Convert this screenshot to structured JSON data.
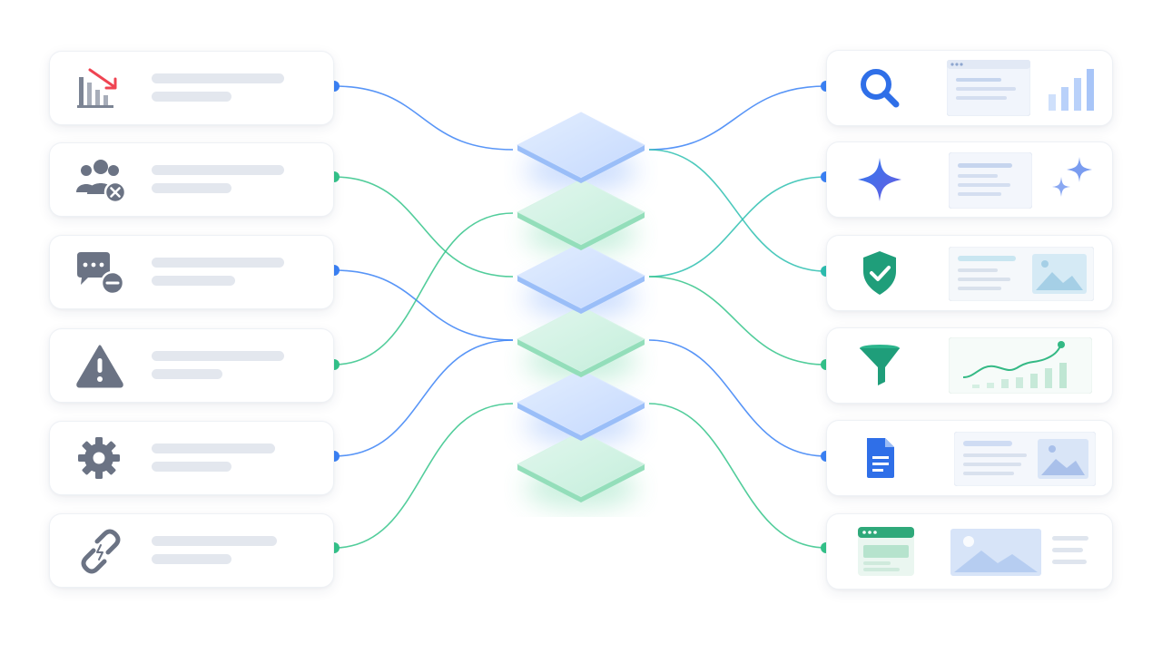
{
  "colors": {
    "blue": "#3b82f6",
    "green": "#34c48a",
    "teal": "#2dbfb0",
    "icon_gray": "#6b7384",
    "alert_red": "#ef4452",
    "placeholder": "#e3e7ee"
  },
  "left_sources": [
    {
      "icon": "declining-bar-chart-icon",
      "dot": "blue"
    },
    {
      "icon": "remove-users-icon",
      "dot": "green"
    },
    {
      "icon": "chat-remove-icon",
      "dot": "blue"
    },
    {
      "icon": "warning-triangle-icon",
      "dot": "green"
    },
    {
      "icon": "gear-icon",
      "dot": "blue"
    },
    {
      "icon": "broken-link-icon",
      "dot": "green"
    }
  ],
  "center_layers": [
    "blue",
    "green",
    "blue",
    "green",
    "blue",
    "green"
  ],
  "right_outputs": [
    {
      "icon": "search-icon",
      "dot": "blue"
    },
    {
      "icon": "ai-sparkle-icon",
      "dot": "blue"
    },
    {
      "icon": "security-shield-icon",
      "dot": "teal"
    },
    {
      "icon": "funnel-icon",
      "dot": "green"
    },
    {
      "icon": "document-icon",
      "dot": "blue"
    },
    {
      "icon": "landing-page-icon",
      "dot": "green"
    }
  ]
}
